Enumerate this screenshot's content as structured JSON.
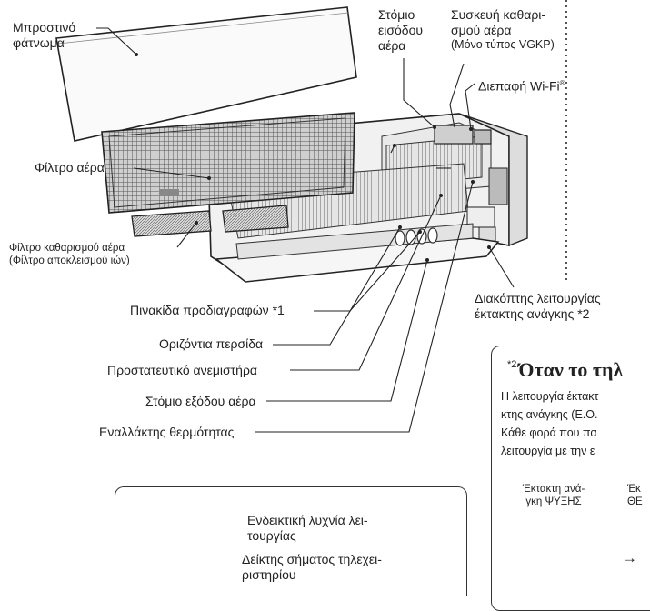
{
  "labels": {
    "front_panel_1": "Μπροστινό",
    "front_panel_2": "φάτνωμα",
    "air_inlet_1": "Στόμιο",
    "air_inlet_2": "εισόδου",
    "air_inlet_3": "αέρα",
    "purifier_1": "Συσκευή καθαρι-",
    "purifier_2": "σμού αέρα",
    "purifier_3": "(Μόνο τύπος VGKP)",
    "wifi": "Διεπαφή Wi-Fi",
    "wifi_mark": "®",
    "air_filter": "Φίλτρο αέρα",
    "purif_filter_1": "Φίλτρο καθαρισμού αέρα",
    "purif_filter_2": "(Φίλτρο αποκλεισμού ιών)",
    "nameplate": "Πινακίδα προδιαγραφών *1",
    "louver": "Οριζόντια περσίδα",
    "fan_guard": "Προστατευτικό ανεμιστήρα",
    "air_outlet": "Στόμιο εξόδου αέρα",
    "heat_exchanger": "Εναλλάκτης θερμότητας",
    "emergency_1": "Διακόπτης λειτουργίας",
    "emergency_2": "έκτακτης ανάγκης *2"
  },
  "indicator_box": {
    "operation_lamp_1": "Ενδεικτική λυχνία λει-",
    "operation_lamp_2": "τουργίας",
    "signal_receiver_1": "Δείκτης σήματος τηλεχει-",
    "signal_receiver_2": "ριστηρίου"
  },
  "note": {
    "marker": "*2",
    "title": "Όταν το τηλ",
    "line1": "Η λειτουργία έκτακτ",
    "line2": "κτης ανάγκης (Ε.Ο.",
    "line3": "Κάθε φορά που πα",
    "line4": "λειτουργία με την ε",
    "mode_cool_1": "Έκτακτη ανά-",
    "mode_cool_2": "γκη ΨΥΞΗΣ",
    "mode_heat_1": "Έκ",
    "mode_heat_2": "ΘΕ",
    "arrow": "→"
  },
  "icons": {
    "power": "power-icon",
    "lamp": "lamp-led-icon",
    "sun": "sun-icon",
    "circle": "circle-icon"
  }
}
